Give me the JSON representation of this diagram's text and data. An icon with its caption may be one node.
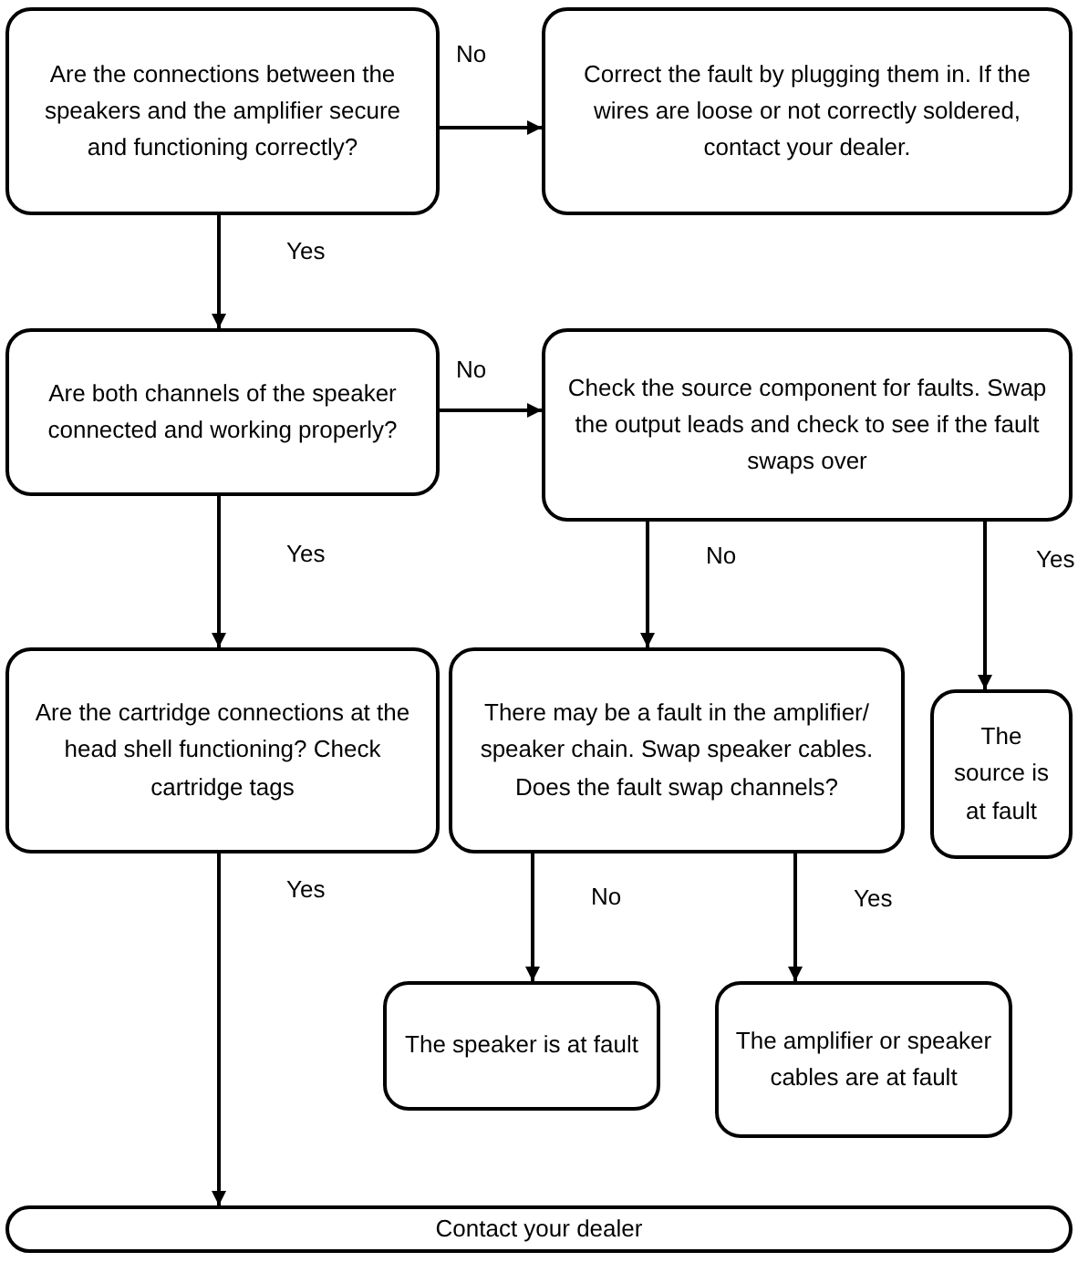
{
  "diagram": {
    "nodes": [
      {
        "text": [
          "Are the connections between the speakers and the amplifier secure and functioning correctly?"
        ]
      },
      {
        "text": [
          "Correct the fault by plugging them in.  If the wires are loose or not correctly soldered, contact your dealer."
        ]
      },
      {
        "text": [
          "Are both channels of the speaker connected and working properly?"
        ]
      },
      {
        "text": [
          "Check the source component for faults. Swap the output leads and check to see if the fault swaps over"
        ]
      },
      {
        "text": [
          "Are the cartridge connections at the head shell functioning? Check cartridge tags"
        ]
      },
      {
        "text": [
          "There may be a fault in the amplifier/ speaker chain. Swap speaker cables. Does the fault swap channels?"
        ]
      },
      {
        "text": [
          "The source is at fault"
        ]
      },
      {
        "text": [
          "The speaker is at fault"
        ]
      },
      {
        "text": [
          "The amplifier or speaker cables are at fault"
        ]
      },
      {
        "text": [
          "Contact your dealer"
        ]
      }
    ],
    "edges": [
      {
        "from": 0,
        "to": 1,
        "arrow": "to",
        "label": "No"
      },
      {
        "from": 0,
        "to": 2,
        "arrow": "to",
        "label": "Yes"
      },
      {
        "from": 2,
        "to": 3,
        "arrow": "to",
        "label": "No"
      },
      {
        "from": 2,
        "to": 4,
        "arrow": "to",
        "label": "Yes"
      },
      {
        "from": 3,
        "to": 5,
        "arrow": "to",
        "label": "No"
      },
      {
        "from": 3,
        "to": 6,
        "arrow": "to",
        "label": "Yes"
      },
      {
        "from": 5,
        "to": 7,
        "arrow": "to",
        "label": "No"
      },
      {
        "from": 5,
        "to": 8,
        "arrow": "to",
        "label": "Yes"
      },
      {
        "from": 4,
        "to": 9,
        "arrow": "to",
        "label": "Yes"
      }
    ]
  }
}
